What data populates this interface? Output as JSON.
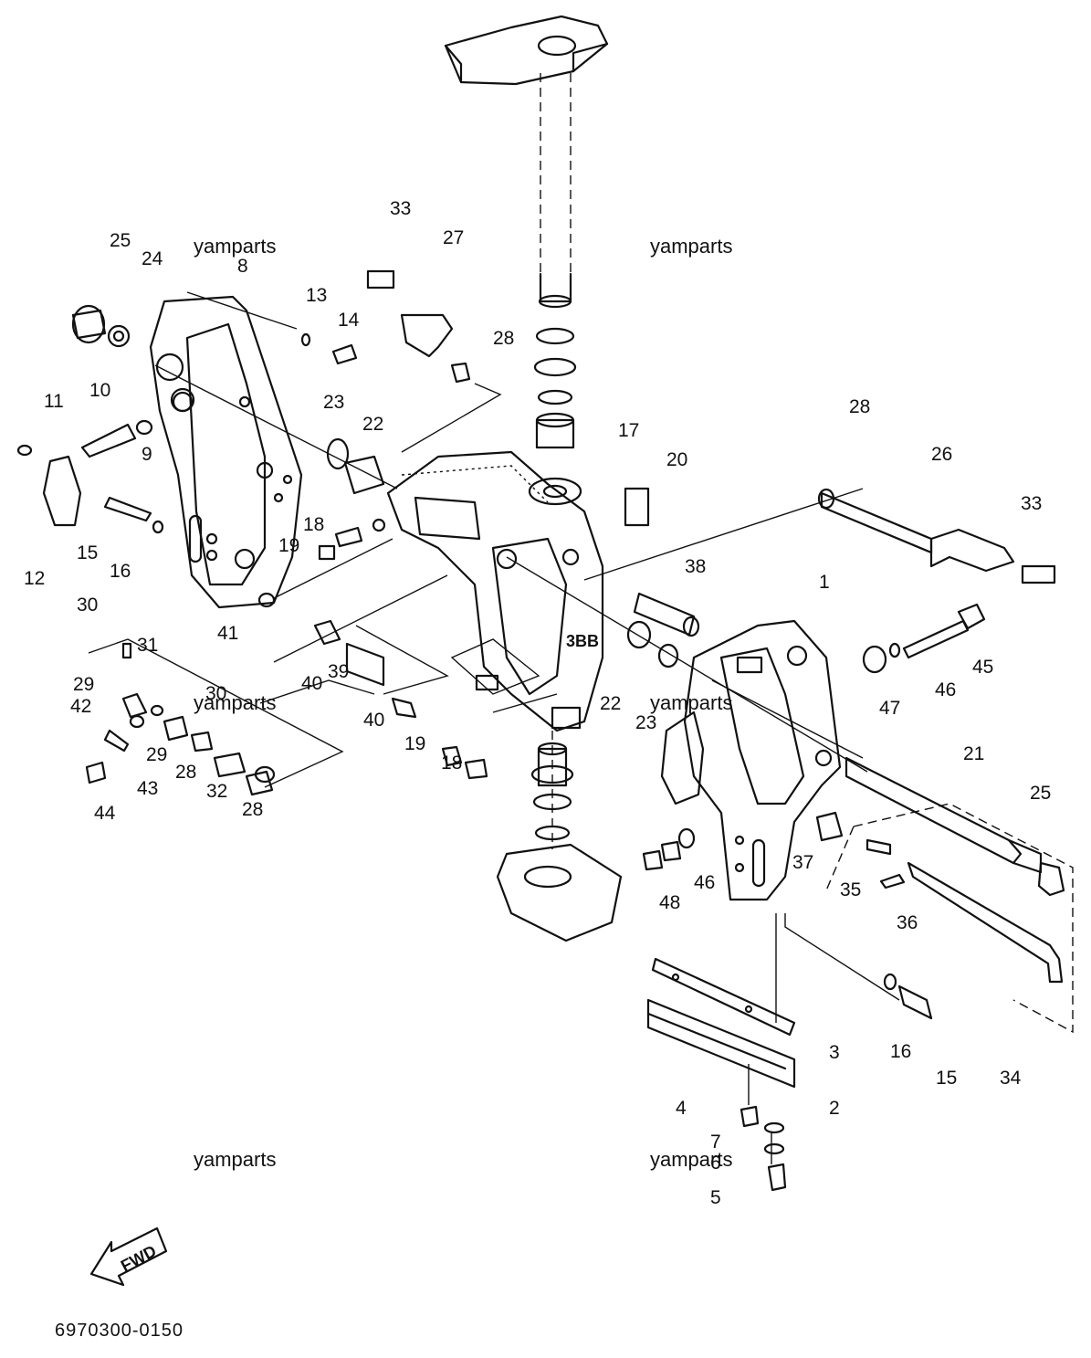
{
  "callouts": [
    "25",
    "24",
    "8",
    "11",
    "10",
    "9",
    "12",
    "15",
    "16",
    "13",
    "14",
    "23",
    "22",
    "33",
    "27",
    "28",
    "17",
    "20",
    "28",
    "26",
    "33",
    "18",
    "19",
    "41",
    "30",
    "31",
    "29",
    "42",
    "30",
    "29",
    "28",
    "32",
    "28",
    "43",
    "44",
    "40",
    "39",
    "40",
    "19",
    "18",
    "38",
    "22",
    "23",
    "1",
    "45",
    "46",
    "47",
    "21",
    "25",
    "37",
    "46",
    "48",
    "35",
    "36",
    "3",
    "2",
    "16",
    "15",
    "34",
    "4",
    "7",
    "6",
    "5"
  ],
  "watermarks": [
    "yamparts",
    "yamparts",
    "yamparts",
    "yamparts",
    "yamparts",
    "yamparts"
  ],
  "fwd_label": "FWD",
  "diagram_code": "6970300-0150"
}
